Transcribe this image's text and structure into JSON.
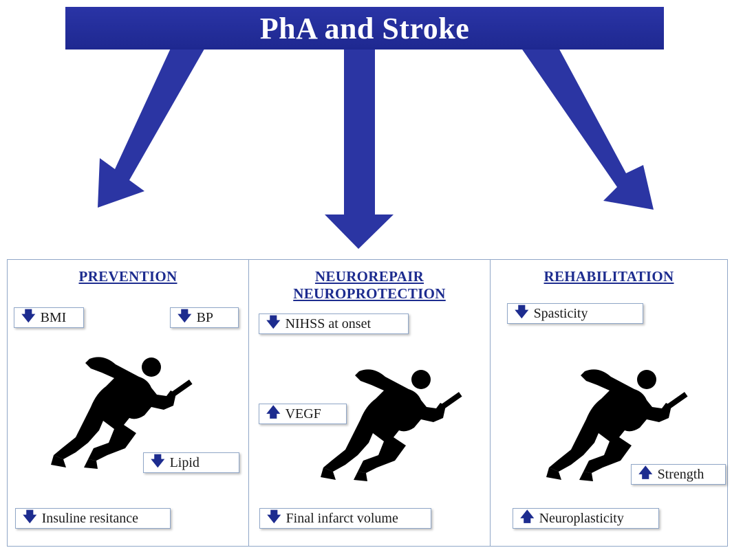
{
  "title": "PhA and Stroke",
  "colors": {
    "arrow": "#2b35a3",
    "heading": "#1d2c8f",
    "box_border": "#8fa6c7",
    "runner": "#000000"
  },
  "panels": [
    {
      "title_lines": [
        "PREVENTION"
      ],
      "items": [
        {
          "direction": "down",
          "icon": "down-arrow-icon",
          "label": "BMI"
        },
        {
          "direction": "down",
          "icon": "down-arrow-icon",
          "label": "BP"
        },
        {
          "direction": "down",
          "icon": "down-arrow-icon",
          "label": "Lipid"
        },
        {
          "direction": "down",
          "icon": "down-arrow-icon",
          "label": "Insuline resitance"
        }
      ]
    },
    {
      "title_lines": [
        "NEUROREPAIR",
        "NEUROPROTECTION"
      ],
      "items": [
        {
          "direction": "down",
          "icon": "down-arrow-icon",
          "label": "NIHSS at onset"
        },
        {
          "direction": "up",
          "icon": "up-arrow-icon",
          "label": "VEGF"
        },
        {
          "direction": "down",
          "icon": "down-arrow-icon",
          "label": "Final infarct volume"
        }
      ]
    },
    {
      "title_lines": [
        "REHABILITATION"
      ],
      "items": [
        {
          "direction": "down",
          "icon": "down-arrow-icon",
          "label": "Spasticity"
        },
        {
          "direction": "up",
          "icon": "up-arrow-icon",
          "label": "Strength"
        },
        {
          "direction": "up",
          "icon": "up-arrow-icon",
          "label": "Neuroplasticity"
        }
      ]
    }
  ],
  "glyphs": {
    "down": "🡇",
    "up": "🡅"
  }
}
